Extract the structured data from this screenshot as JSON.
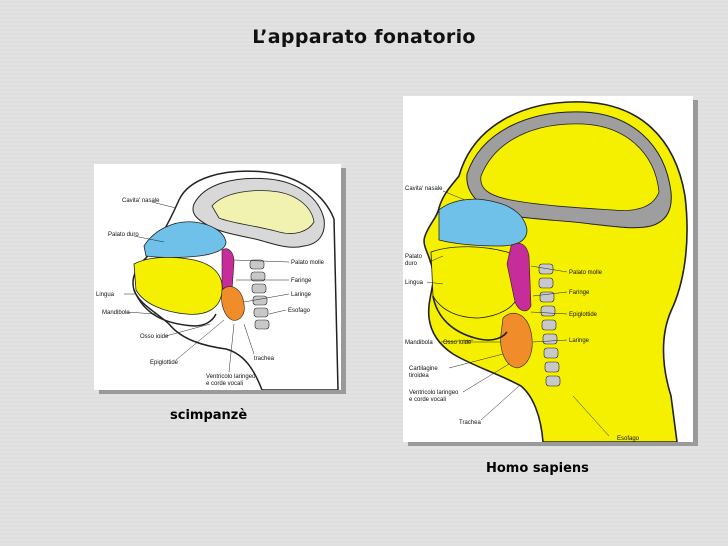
{
  "title": "L’apparato fonatorio",
  "captions": {
    "left": "scimpanzè",
    "right": "Homo sapiens"
  },
  "colors": {
    "yellow": "#f5f000",
    "blue": "#6fc1ea",
    "magenta": "#c72d9a",
    "orange": "#f08c2a",
    "grey": "#9e9e9e",
    "outline": "#222222"
  },
  "chimp_labels": {
    "cavita_nasale": "Cavita' nasale",
    "palato_duro": "Palato duro",
    "palato_molle": "Palato molle",
    "faringe": "Faringe",
    "lingua": "Lingua",
    "laringe": "Laringe",
    "mandibola": "Mandibola",
    "esofago": "Esofago",
    "osso_ioide": "Osso ioide",
    "trachea": "trachea",
    "epiglottide": "Epiglottide",
    "ventricolo": "Ventricolo laringeo",
    "corde": "e corde vocali"
  },
  "human_labels": {
    "cavita_nasale": "Cavita' nasale",
    "palato": "Palato",
    "duro": "duro",
    "lingua": "Lingua",
    "palato_molle": "Palato molle",
    "faringe": "Faringe",
    "epiglottide": "Epiglottide",
    "mandibola": "Mandibola",
    "osso_ioide": "Osso ioide",
    "laringe": "Laringe",
    "cartilagine": "Cartilagine",
    "tiroidea": "tiroidea",
    "ventricolo": "Ventricolo laringeo",
    "corde": "e corde vocali",
    "trachea": "Trachea",
    "esofago": "Esofago"
  }
}
